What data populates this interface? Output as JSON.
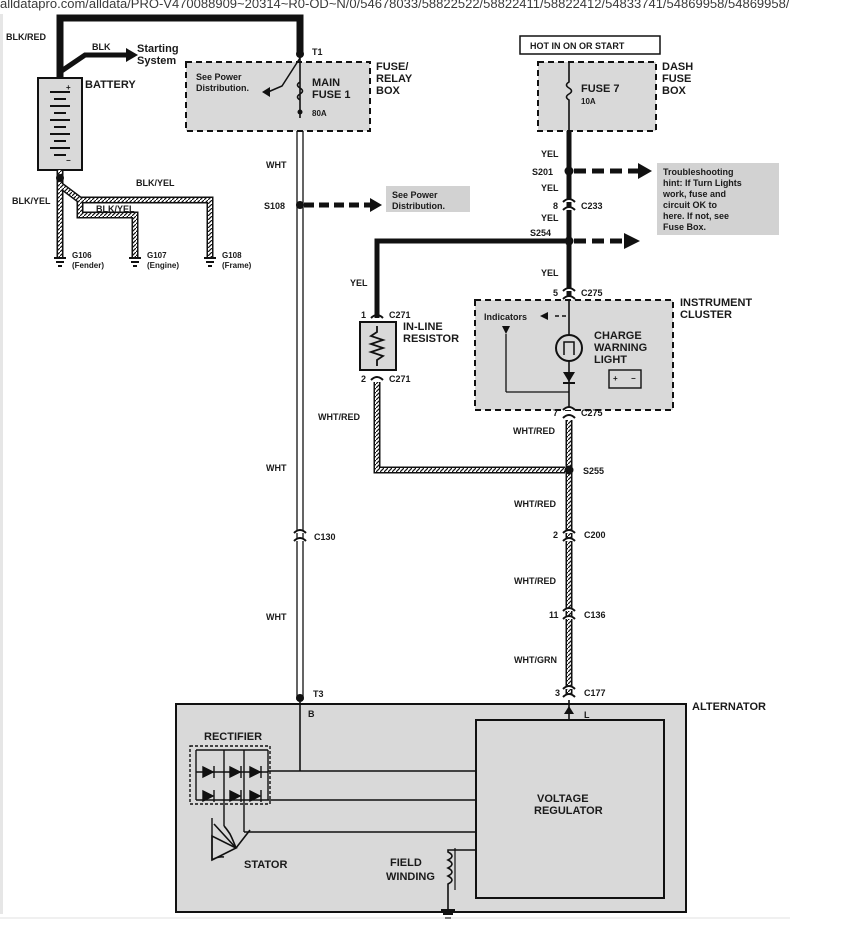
{
  "header": {
    "url_text": "alldatapro.com/alldata/PRO-V470088909~20314~R0-OD~N/0/54678033/58822522/58822411/58822412/54833741/54869958/54869958/"
  },
  "colors": {
    "shade": "#d9d9d9",
    "line": "#111111",
    "background": "#ffffff"
  },
  "battery": {
    "title": "BATTERY",
    "wire_top": "BLK/RED",
    "wire_blk": "BLK",
    "starting_system": [
      "Starting",
      "System"
    ],
    "wire_bottom": "BLK/YEL",
    "wire_g107": "BLK/YEL",
    "wire_g108": "BLK/YEL",
    "grounds": [
      {
        "id": "G106",
        "loc": "(Fender)"
      },
      {
        "id": "G107",
        "loc": "(Engine)"
      },
      {
        "id": "G108",
        "loc": "(Frame)"
      }
    ]
  },
  "fuse_relay_box": {
    "title": [
      "FUSE/",
      "RELAY",
      "BOX"
    ],
    "terminal": "T1",
    "note": [
      "See Power",
      "Distribution."
    ],
    "fuse_name": [
      "MAIN",
      "FUSE 1"
    ],
    "rating": "80A"
  },
  "left_circuit": {
    "wire_wht_1": "WHT",
    "splice": "S108",
    "s108_note": [
      "See Power",
      "Distribution."
    ],
    "wire_wht_2": "WHT",
    "connector": "C130",
    "wire_wht_3": "WHT",
    "terminal": "T3"
  },
  "dash_fuse_box": {
    "hot_label": "HOT IN ON OR START",
    "title": [
      "DASH",
      "FUSE",
      "BOX"
    ],
    "fuse_name": "FUSE 7",
    "rating": "10A"
  },
  "right_circuit": {
    "yel_1": "YEL",
    "s201": "S201",
    "yel_2": "YEL",
    "c233_pin": "8",
    "c233": "C233",
    "yel_3": "YEL",
    "s254": "S254",
    "yel_4": "YEL",
    "yel_5": "YEL",
    "c275_pin_top": "5",
    "c275_top": "C275",
    "c275_pin_bottom": "7",
    "c275_bottom": "C275",
    "wr_1": "WHT/RED",
    "s255": "S255",
    "wr_2": "WHT/RED",
    "c200_pin": "2",
    "c200": "C200",
    "wr_3": "WHT/RED",
    "c136_pin": "11",
    "c136": "C136",
    "wg": "WHT/GRN",
    "c177_pin": "3",
    "c177": "C177"
  },
  "troubleshooting": {
    "lines": [
      "Troubleshooting",
      "hint: If Turn Lights",
      "work, fuse and",
      "circuit OK to",
      "here. If not, see",
      "Fuse Box."
    ]
  },
  "inline_resistor": {
    "title": [
      "IN-LINE",
      "RESISTOR"
    ],
    "pin_top": "1",
    "conn_top": "C271",
    "pin_bottom": "2",
    "conn_bottom": "C271",
    "wire_wr": "WHT/RED"
  },
  "instrument_cluster": {
    "title": [
      "INSTRUMENT",
      "CLUSTER"
    ],
    "indicators": "Indicators",
    "light": [
      "CHARGE",
      "WARNING",
      "LIGHT"
    ]
  },
  "alternator": {
    "title": "ALTERNATOR",
    "terminal_b": "B",
    "terminal_l": "L",
    "rectifier": "RECTIFIER",
    "stator": "STATOR",
    "field": [
      "FIELD",
      "WINDING"
    ],
    "regulator": [
      "VOLTAGE",
      "REGULATOR"
    ]
  }
}
